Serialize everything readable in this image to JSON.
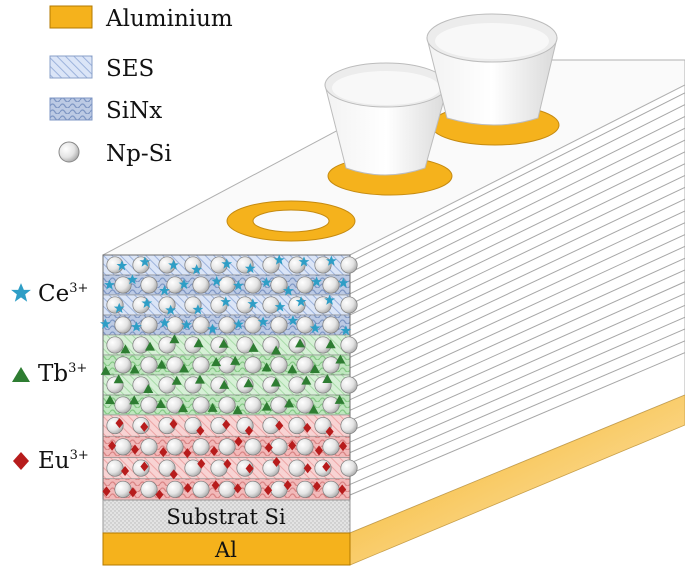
{
  "legend": [
    {
      "label": "Aluminium",
      "swatch": "aluminium"
    },
    {
      "label": "SES",
      "swatch": "ses"
    },
    {
      "label": "SiNx",
      "swatch": "sinx"
    },
    {
      "label": "Np-Si",
      "swatch": "np-si"
    }
  ],
  "ions": [
    {
      "name": "Ce",
      "charge": "3+",
      "symbol": "star",
      "color": "#2e9ec6"
    },
    {
      "name": "Tb",
      "charge": "3+",
      "symbol": "triangle",
      "color": "#2e7d32"
    },
    {
      "name": "Eu",
      "charge": "3+",
      "symbol": "diamond",
      "color": "#b71c1c"
    }
  ],
  "layers": {
    "substrate_label": "Substrat Si",
    "al_label": "Al"
  },
  "colors": {
    "aluminium": "#f5b21c",
    "ses_fill": "#d9e3f6",
    "sinx_fill": "#bfcbe3",
    "ce_band": "#c9d6f0",
    "tb_band": "#cdeccf",
    "eu_band": "#f6c7c7",
    "substrate": "#e0e0e0",
    "sphere": "#e6e6e6"
  }
}
